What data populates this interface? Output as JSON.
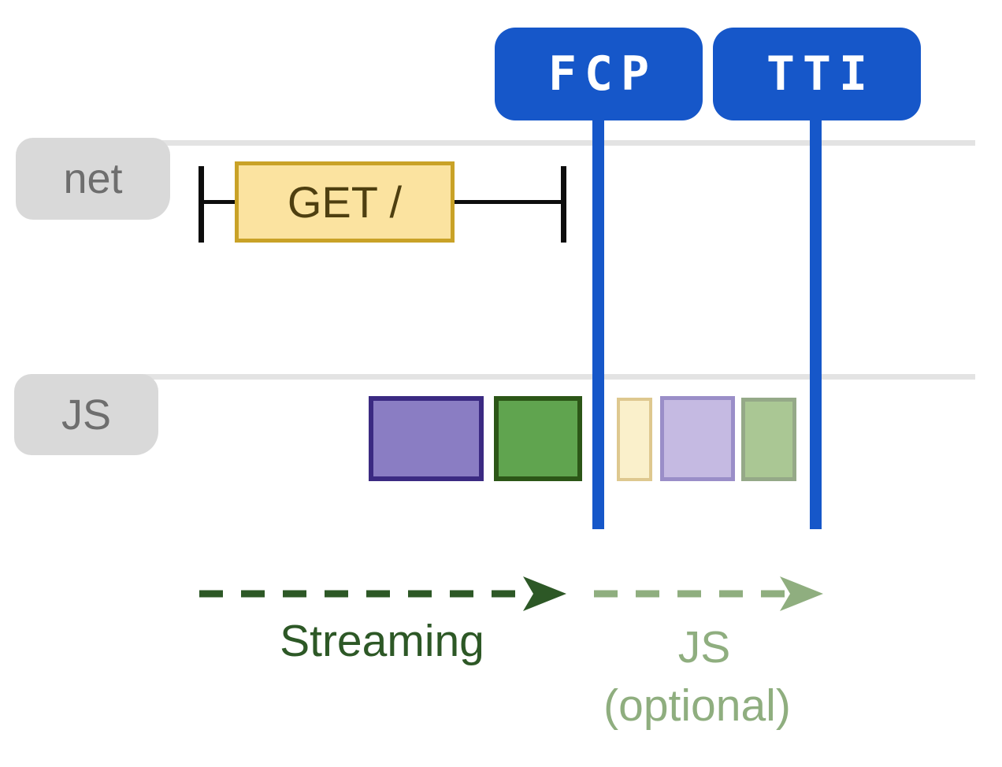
{
  "markers": [
    {
      "id": "fcp",
      "label": "FCP"
    },
    {
      "id": "tti",
      "label": "TTI"
    }
  ],
  "lanes": [
    {
      "id": "net",
      "label": "net"
    },
    {
      "id": "js",
      "label": "JS"
    }
  ],
  "network": {
    "request_label": "GET /",
    "box_fill": "#FBE3A0",
    "box_border": "#C9A227",
    "text_color": "#4E3F10"
  },
  "js_tasks": [
    {
      "name": "task-purple",
      "fill": "#8A7DC3",
      "border": "#3B2A82"
    },
    {
      "name": "task-green",
      "fill": "#60A44F",
      "border": "#2C5617"
    },
    {
      "name": "task-light-yellow",
      "fill": "#FAF0CB",
      "border": "#DEC88F"
    },
    {
      "name": "task-light-purple",
      "fill": "#C5BAE2",
      "border": "#9A8EC8"
    },
    {
      "name": "task-light-green",
      "fill": "#AAC794",
      "border": "#95A988"
    }
  ],
  "phases": [
    {
      "label": "Streaming",
      "color": "#2D5826"
    },
    {
      "label": "JS",
      "sublabel": "(optional)",
      "color": "#8FAE7F"
    }
  ],
  "ui_colors": {
    "marker_blue": "#1657C9",
    "lane_line": "#E3E3E3",
    "lane_label_bg": "#D9D9D9",
    "lane_label_text": "#6E6E6E",
    "whisker_black": "#0D0D0D"
  }
}
